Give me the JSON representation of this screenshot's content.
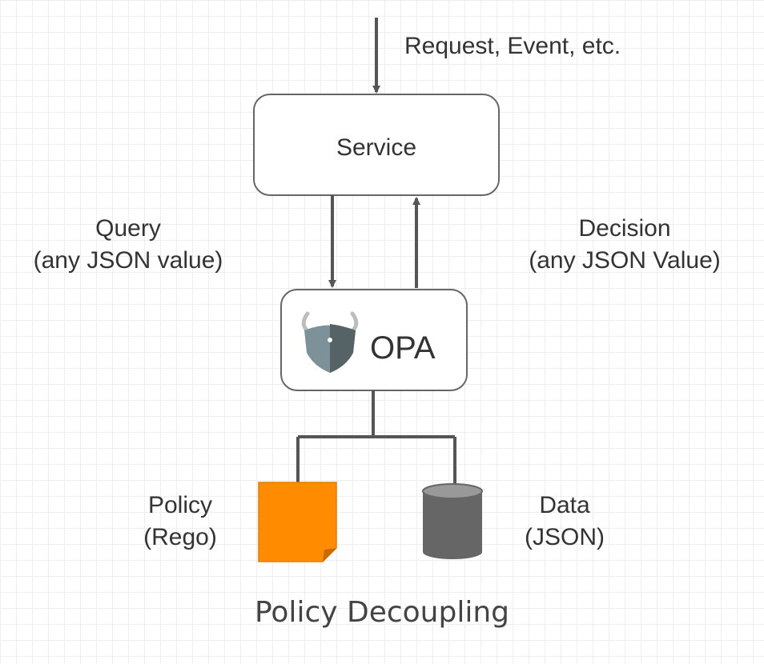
{
  "input_label": "Request, Event, etc.",
  "service": {
    "label": "Service"
  },
  "query": {
    "line1": "Query",
    "line2": "(any JSON value)"
  },
  "decision": {
    "line1": "Decision",
    "line2": "(any JSON Value)"
  },
  "opa": {
    "label": "OPA",
    "icon": "opa-logo-icon"
  },
  "policy": {
    "line1": "Policy",
    "line2": "(Rego)",
    "icon": "document-icon",
    "color": "#FF8C00"
  },
  "data": {
    "line1": "Data",
    "line2": "(JSON)",
    "icon": "database-icon",
    "color": "#666666"
  },
  "caption": "Policy Decoupling",
  "colors": {
    "line": "#555555",
    "box_border": "#666666"
  }
}
